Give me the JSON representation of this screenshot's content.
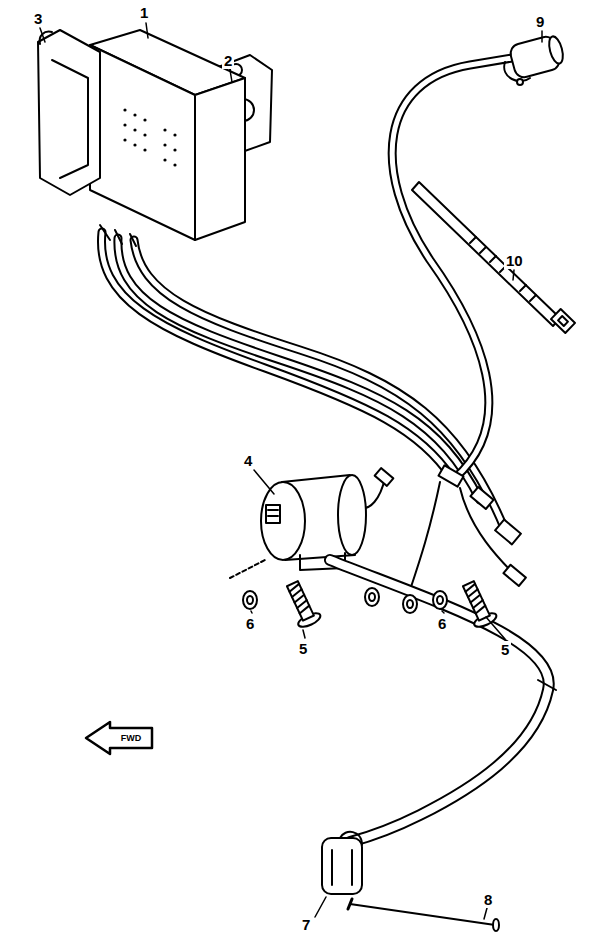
{
  "diagram": {
    "labels": [
      "3",
      "1",
      "2",
      "9",
      "10",
      "4",
      "6",
      "5",
      "6",
      "5",
      "FWD",
      "7",
      "8"
    ]
  }
}
